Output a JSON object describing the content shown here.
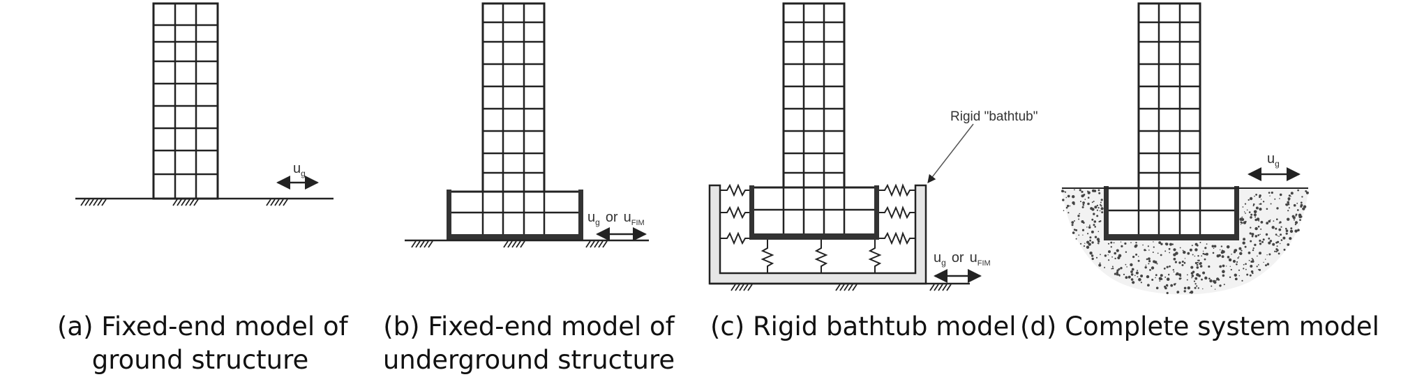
{
  "panels": {
    "a": {
      "caption_line1": "(a) Fixed-end model of",
      "caption_line2": "ground structure",
      "motion_label": "u",
      "motion_sub": "g"
    },
    "b": {
      "caption_line1": "(b) Fixed-end model of",
      "caption_line2": "underground structure",
      "motion_label": "u",
      "motion_sub": "g",
      "motion_or": "or",
      "motion_label2": "u",
      "motion_sub2": "FIM"
    },
    "c": {
      "caption_line1": "(c) Rigid bathtub model",
      "bathtub_label": "Rigid \"bathtub\"",
      "motion_label": "u",
      "motion_sub": "g",
      "motion_or": "or",
      "motion_label2": "u",
      "motion_sub2": "FIM"
    },
    "d": {
      "caption_line1": "(d) Complete system model",
      "motion_label": "u",
      "motion_sub": "g"
    }
  },
  "colors": {
    "line": "#222222",
    "foundation": "#333333",
    "bathtub_fill": "#e6e6e6",
    "soil_fill": "#f2f2f2",
    "soil_dots": "#444444",
    "caption": "#111111"
  }
}
